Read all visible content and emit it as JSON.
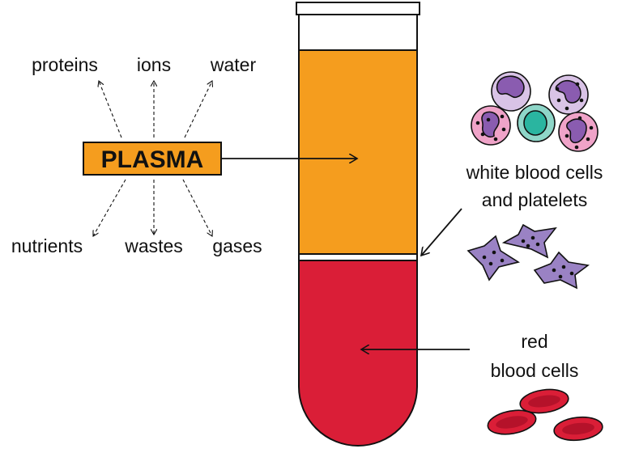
{
  "plasma": {
    "label": "PLASMA",
    "components": [
      "proteins",
      "ions",
      "water",
      "nutrients",
      "wastes",
      "gases"
    ]
  },
  "labels": {
    "wbc_line1": "white blood cells",
    "wbc_line2": "and platelets",
    "rbc_line1": "red",
    "rbc_line2": "blood cells"
  },
  "colors": {
    "plasma": "#F59D1E",
    "red_cells": "#DA1E37",
    "platelet": "#9A82C4",
    "wbc_pink": "#EFA3C8",
    "wbc_lilac": "#D9C3E6",
    "wbc_teal": "#2AB5A0"
  }
}
